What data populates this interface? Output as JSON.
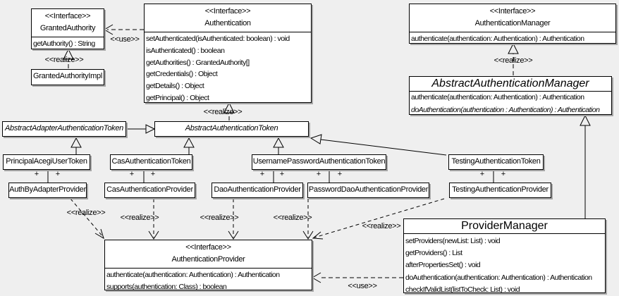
{
  "labels": {
    "use": "<<use>>",
    "realize": "<<realize>>",
    "plus": "+"
  },
  "classes": {
    "granted_authority": {
      "stereotype": "<<Interface>>",
      "name": "GrantedAuthority",
      "methods": [
        "getAuthority() : String"
      ]
    },
    "granted_authority_impl": {
      "name": "GrantedAuthorityImpl"
    },
    "authentication": {
      "stereotype": "<<Interface>>",
      "name": "Authentication",
      "methods": [
        "setAuthenticated(isAuthenticated: boolean) : void",
        "isAuthenticated() : boolean",
        "getAuthorities() : GrantedAuthority[]",
        "getCredentials() : Object",
        "getDetails() : Object",
        "getPrincipal() : Object"
      ]
    },
    "authentication_manager": {
      "stereotype": "<<Interface>>",
      "name": "AuthenticationManager",
      "methods": [
        "authenticate(authentication: Authentication) : Authentication"
      ]
    },
    "abstract_authentication_manager": {
      "name": "AbstractAuthenticationManager",
      "methods": [
        "authenticate(authentication: Authentication) : Authentication",
        "doAuthentication(authentication : Authentication) : Authentication"
      ]
    },
    "abstract_adapter_authentication_token": {
      "name": "AbstractAdapterAuthenticationToken"
    },
    "abstract_authentication_token": {
      "name": "AbstractAuthenticationToken"
    },
    "principal_acegi_user_token": {
      "name": "PrincipalAcegiUserToken"
    },
    "cas_authentication_token": {
      "name": "CasAuthenticationToken"
    },
    "username_password_authentication_token": {
      "name": "UsernamePasswordAuthenticationToken"
    },
    "testing_authentication_token": {
      "name": "TestingAuthenticationToken"
    },
    "auth_by_adapter_provider": {
      "name": "AuthByAdapterProvider"
    },
    "cas_authentication_provider": {
      "name": "CasAuthenticationProvider"
    },
    "dao_authentication_provider": {
      "name": "DaoAuthenticationProvider"
    },
    "password_dao_authentication_provider": {
      "name": "PasswordDaoAuthenticationProvider"
    },
    "testing_authentication_provider": {
      "name": "TestingAuthenticationProvider"
    },
    "authentication_provider": {
      "stereotype": "<<Interface>>",
      "name": "AuthenticationProvider",
      "methods": [
        "authenticate(authentication: Authentication) : Authentication",
        "supports(authentication: Class) : boolean"
      ]
    },
    "provider_manager": {
      "name": "ProviderManager",
      "methods": [
        "setProviders(newList: List) : void",
        "getProviders() : List",
        "afterPropertiesSet() : void",
        "doAuthentication(authentication: Authentication) : Authentication",
        "checkIfValidList(listToCheck: List) : void"
      ]
    }
  },
  "colors": {
    "background": "#efefef",
    "box_fill": "#ffffff",
    "line": "#000000",
    "shadow": "#a6a6a6"
  }
}
